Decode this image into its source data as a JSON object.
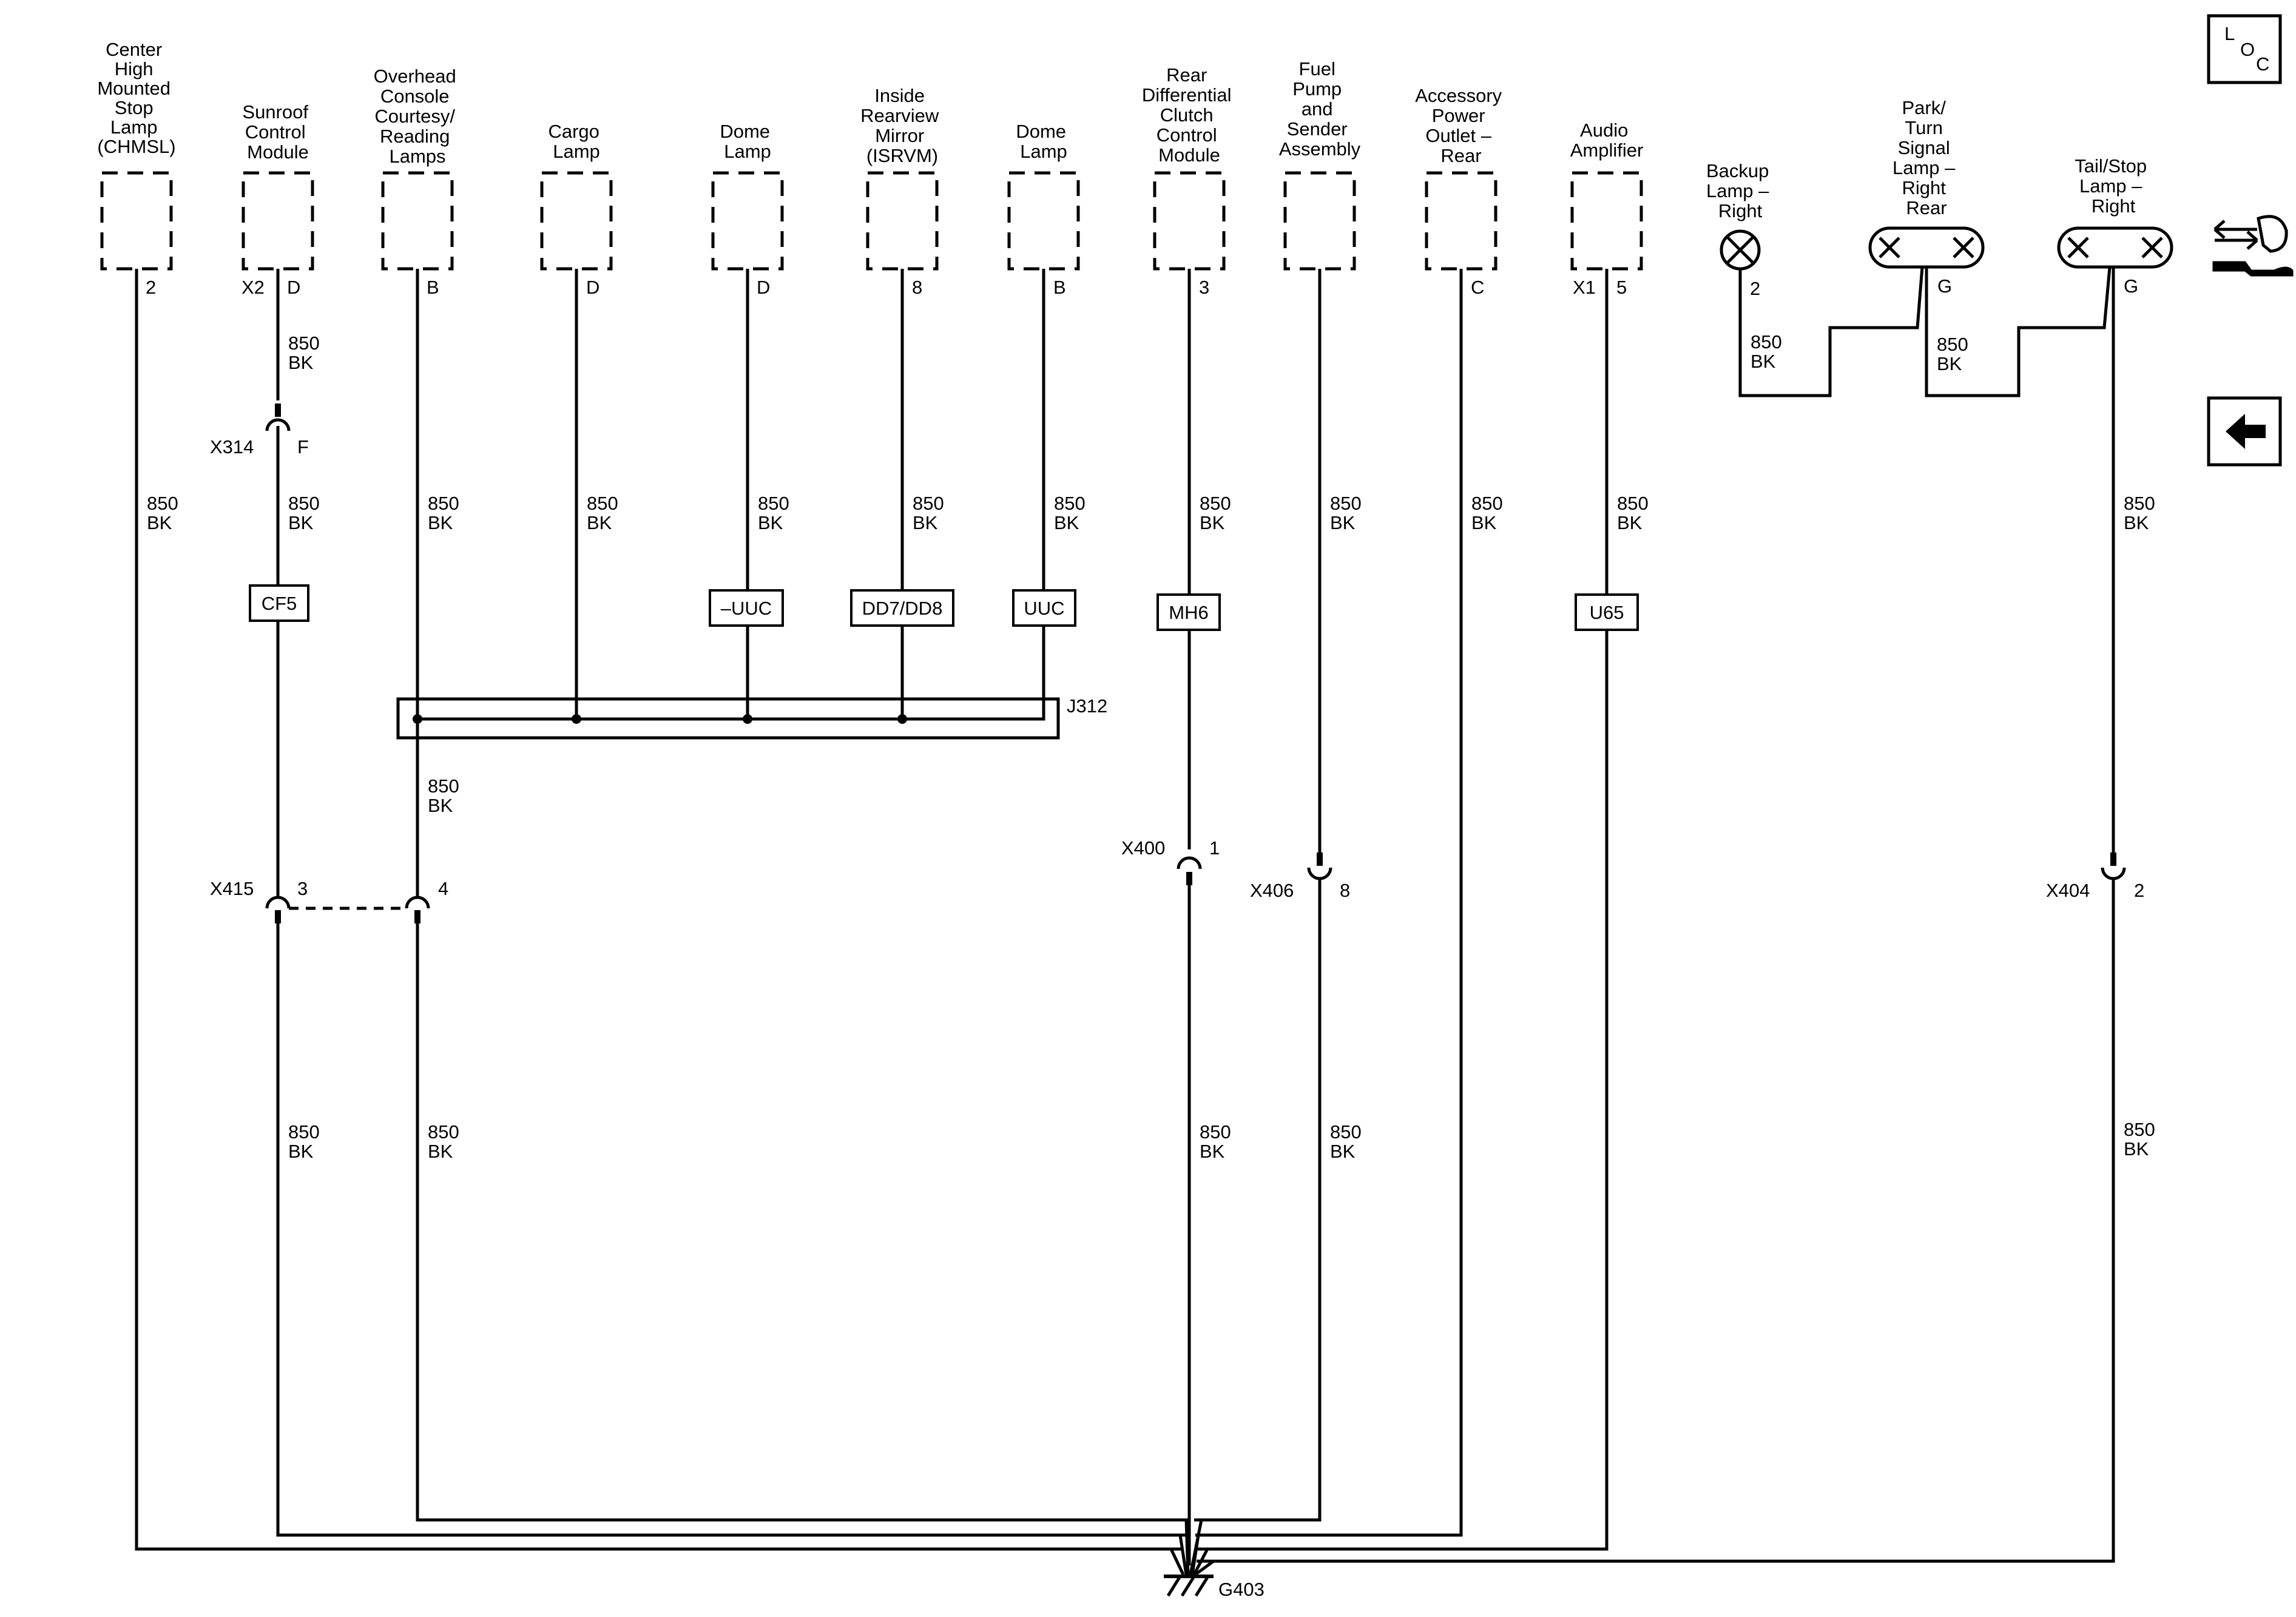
{
  "components": [
    {
      "name": "Center High Mounted Stop Lamp (CHMSL)",
      "lines": [
        "Center",
        "High",
        "Mounted",
        "Stop",
        "Lamp",
        "(CHMSL)"
      ],
      "pin": "2",
      "prefix": ""
    },
    {
      "name": "Sunroof Control Module",
      "lines": [
        "Sunroof",
        "Control",
        "Module"
      ],
      "pin": "D",
      "prefix": "X2"
    },
    {
      "name": "Overhead Console Courtesy/Reading Lamps",
      "lines": [
        "Overhead",
        "Console",
        "Courtesy/",
        "Reading",
        "Lamps"
      ],
      "pin": "B",
      "prefix": ""
    },
    {
      "name": "Cargo Lamp",
      "lines": [
        "Cargo",
        "Lamp"
      ],
      "pin": "D",
      "prefix": ""
    },
    {
      "name": "Dome Lamp",
      "lines": [
        "Dome",
        "Lamp"
      ],
      "pin": "D",
      "prefix": ""
    },
    {
      "name": "Inside Rearview Mirror (ISRVM)",
      "lines": [
        "Inside",
        "Rearview",
        "Mirror",
        "(ISRVM)"
      ],
      "pin": "8",
      "prefix": ""
    },
    {
      "name": "Dome Lamp",
      "lines": [
        "Dome",
        "Lamp"
      ],
      "pin": "B",
      "prefix": ""
    },
    {
      "name": "Rear Differential Clutch Control Module",
      "lines": [
        "Rear",
        "Differential",
        "Clutch",
        "Control",
        "Module"
      ],
      "pin": "3",
      "prefix": ""
    },
    {
      "name": "Fuel Pump and Sender Assembly",
      "lines": [
        "Fuel",
        "Pump",
        "and",
        "Sender",
        "Assembly"
      ],
      "pin": "",
      "prefix": ""
    },
    {
      "name": "Accessory Power Outlet - Rear",
      "lines": [
        "Accessory",
        "Power",
        "Outlet –",
        "Rear"
      ],
      "pin": "C",
      "prefix": ""
    },
    {
      "name": "Audio Amplifier",
      "lines": [
        "Audio",
        "Amplifier"
      ],
      "pin": "5",
      "prefix": "X1"
    }
  ],
  "lamps": [
    {
      "name": "Backup Lamp - Right",
      "lines": [
        "Backup",
        "Lamp –",
        "Right"
      ],
      "pin": "2"
    },
    {
      "name": "Park/Turn Signal Lamp - Right Rear",
      "lines": [
        "Park/",
        "Turn",
        "Signal",
        "Lamp –",
        "Right",
        "Rear"
      ],
      "pin": "G"
    },
    {
      "name": "Tail/Stop Lamp - Right",
      "lines": [
        "Tail/Stop",
        "Lamp –",
        "Right"
      ],
      "pin": "G"
    }
  ],
  "wire": {
    "gauge": "850",
    "color": "BK"
  },
  "options": {
    "cf5": "CF5",
    "nuuc": "–UUC",
    "dd7": "DD7/DD8",
    "uuc": "UUC",
    "mh6": "MH6",
    "u65": "U65"
  },
  "connectors": {
    "x314": {
      "id": "X314",
      "pin": "F"
    },
    "x415": {
      "id": "X415",
      "pin3": "3",
      "pin4": "4"
    },
    "x400": {
      "id": "X400",
      "pin": "1"
    },
    "x406": {
      "id": "X406",
      "pin": "8"
    },
    "x404": {
      "id": "X404",
      "pin": "2"
    }
  },
  "splice": "J312",
  "ground": "G403",
  "loc_icon": {
    "letters": [
      "L",
      "O",
      "C"
    ]
  },
  "icons": [
    "loc-icon",
    "connector-wrench-icon",
    "back-arrow-icon"
  ]
}
